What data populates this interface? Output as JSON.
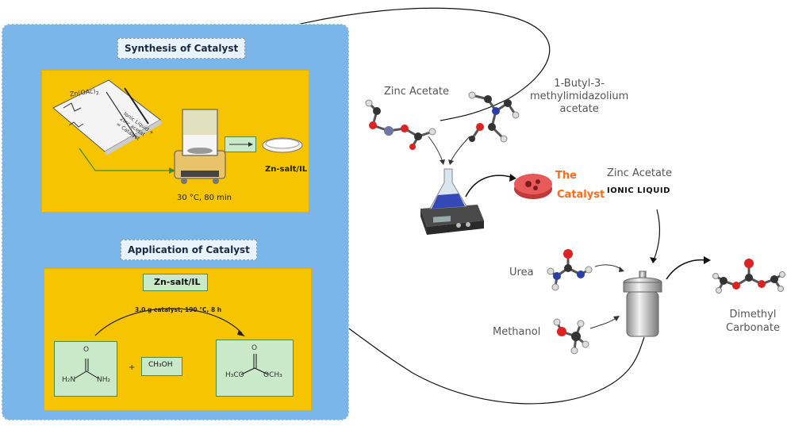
{
  "left_panel": {
    "synthesis_title": "Synthesis of Catalyst",
    "notebook_text": {
      "zinc": "Zn(OAc)",
      "zinc_sub": "2",
      "ionic_liquid": "Ionic Liquid +",
      "zinc_acetate": "Zinc acetat",
      "catalyst": "= Catalyst"
    },
    "synthesis_condition": "30 °C, 80 min",
    "product_label": "Zn-salt/IL",
    "application_title": "Application of Catalyst",
    "reaction_catalyst_label": "Zn-salt/IL",
    "reaction_condition": "3.0 g catalyst, 190 °C, 8 h",
    "urea_formula": {
      "o": "O",
      "left": "H₂N",
      "right": "NH₂"
    },
    "plus": "+",
    "methanol_formula": "CH₃OH",
    "dmc_formula": {
      "o": "O",
      "left": "H₃CO",
      "right": "OCH₃"
    }
  },
  "right_panel": {
    "zinc_acetate_label": "Zinc Acetate",
    "ionic_liquid_label_1": "1-Butyl-3-",
    "ionic_liquid_label_2": "methylimidazolium",
    "ionic_liquid_label_3": "acetate",
    "catalyst_word_1": "The",
    "catalyst_word_2": "Catalyst",
    "catalyst_desc_1": "Zinc Acetate",
    "catalyst_desc_2": "IONIC LIQUID",
    "urea_label": "Urea",
    "methanol_label": "Methanol",
    "product_label_1": "Dimethyl",
    "product_label_2": "Carbonate"
  },
  "colors": {
    "panel_blue": "#7bb6ea",
    "yellow": "#f6c400",
    "green_box": "#c9e9c9",
    "catalyst_orange": "#ff6a1a",
    "catalyst_disk": "#e84a4a"
  }
}
